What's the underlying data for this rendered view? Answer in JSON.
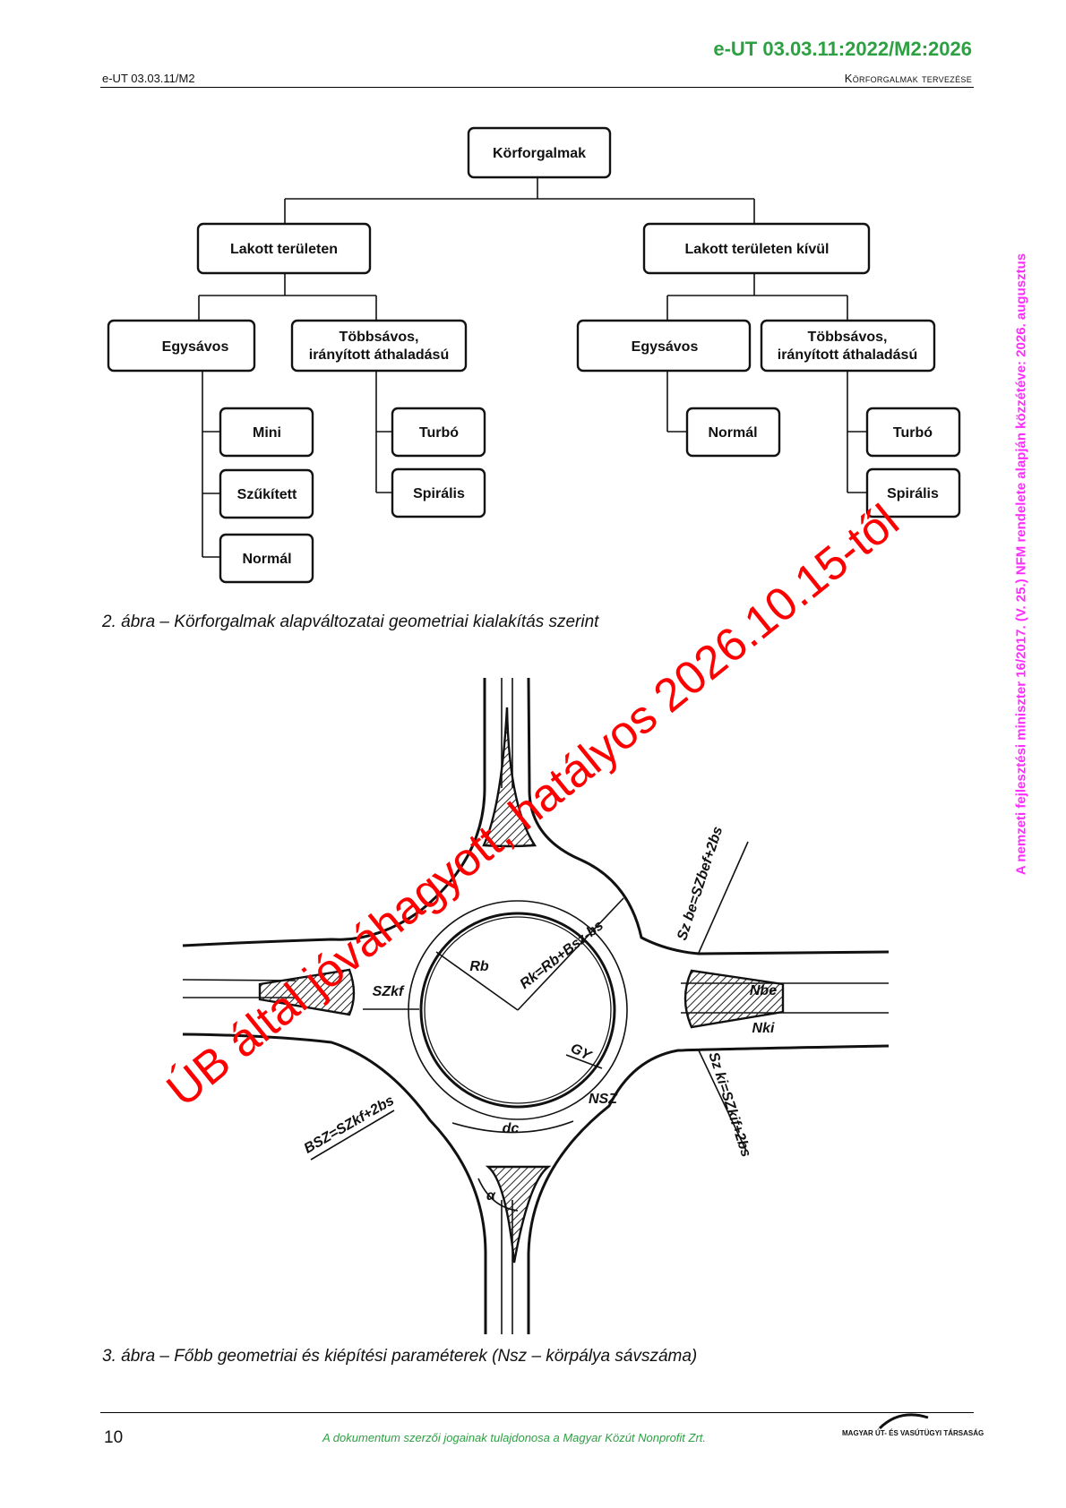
{
  "header": {
    "code": "e-UT 03.03.11:2022/M2:2026",
    "left": "e-UT 03.03.11/M2",
    "right": "Körforgalmak tervezése"
  },
  "tree": {
    "root": "Körforgalmak",
    "inside": "Lakott területen",
    "outside": "Lakott területen kívül",
    "single_lane": "Egysávos",
    "multi_lane_line1": "Többsávos,",
    "multi_lane_line2": "irányított áthaladású",
    "multi_lane_line2_b": "irányított áthaladású",
    "mini": "Mini",
    "narrowed": "Szűkített",
    "normal": "Normál",
    "turbo": "Turbó",
    "spiral": "Spirális"
  },
  "figure2_caption": "2. ábra – Körforgalmak alapváltozatai geometriai kialakítás szerint",
  "figure3": {
    "labels": {
      "rb": "Rb",
      "rk": "Rk=Rb+Bsz-bs",
      "szkf": "SZkf",
      "gy": "GY",
      "nsz": "NSZ",
      "dc": "dc",
      "alpha": "α",
      "bsz": "BSZ=SZkf+2bs",
      "szbe": "Sz be=SZbef+2bs",
      "nbe": "Nbe",
      "nki": "Nki",
      "szki": "Sz ki=SZkif+2bs"
    },
    "caption": "3. ábra – Főbb geometriai és kiépítési paraméterek (Nsz – körpálya sávszáma)"
  },
  "side_note": "A nemzeti fejlesztési miniszter 16/2017. (V. 25.) NFM rendelete alapján közzétéve: 2026. augusztus",
  "stamp": "ÚB által jóváhagyott, hatályos 2026.10.15-től",
  "footer": {
    "page": "10",
    "copyright": "A dokumentum szerzői jogainak tulajdonosa a Magyar Közút Nonprofit Zrt.",
    "publisher": "MAGYAR ÚT- ÉS VASÚTÜGYI TÁRSASÁG"
  },
  "colors": {
    "header_code": "#2ea043",
    "side_note": "#ff2bff",
    "stamp": "#ff0000"
  }
}
